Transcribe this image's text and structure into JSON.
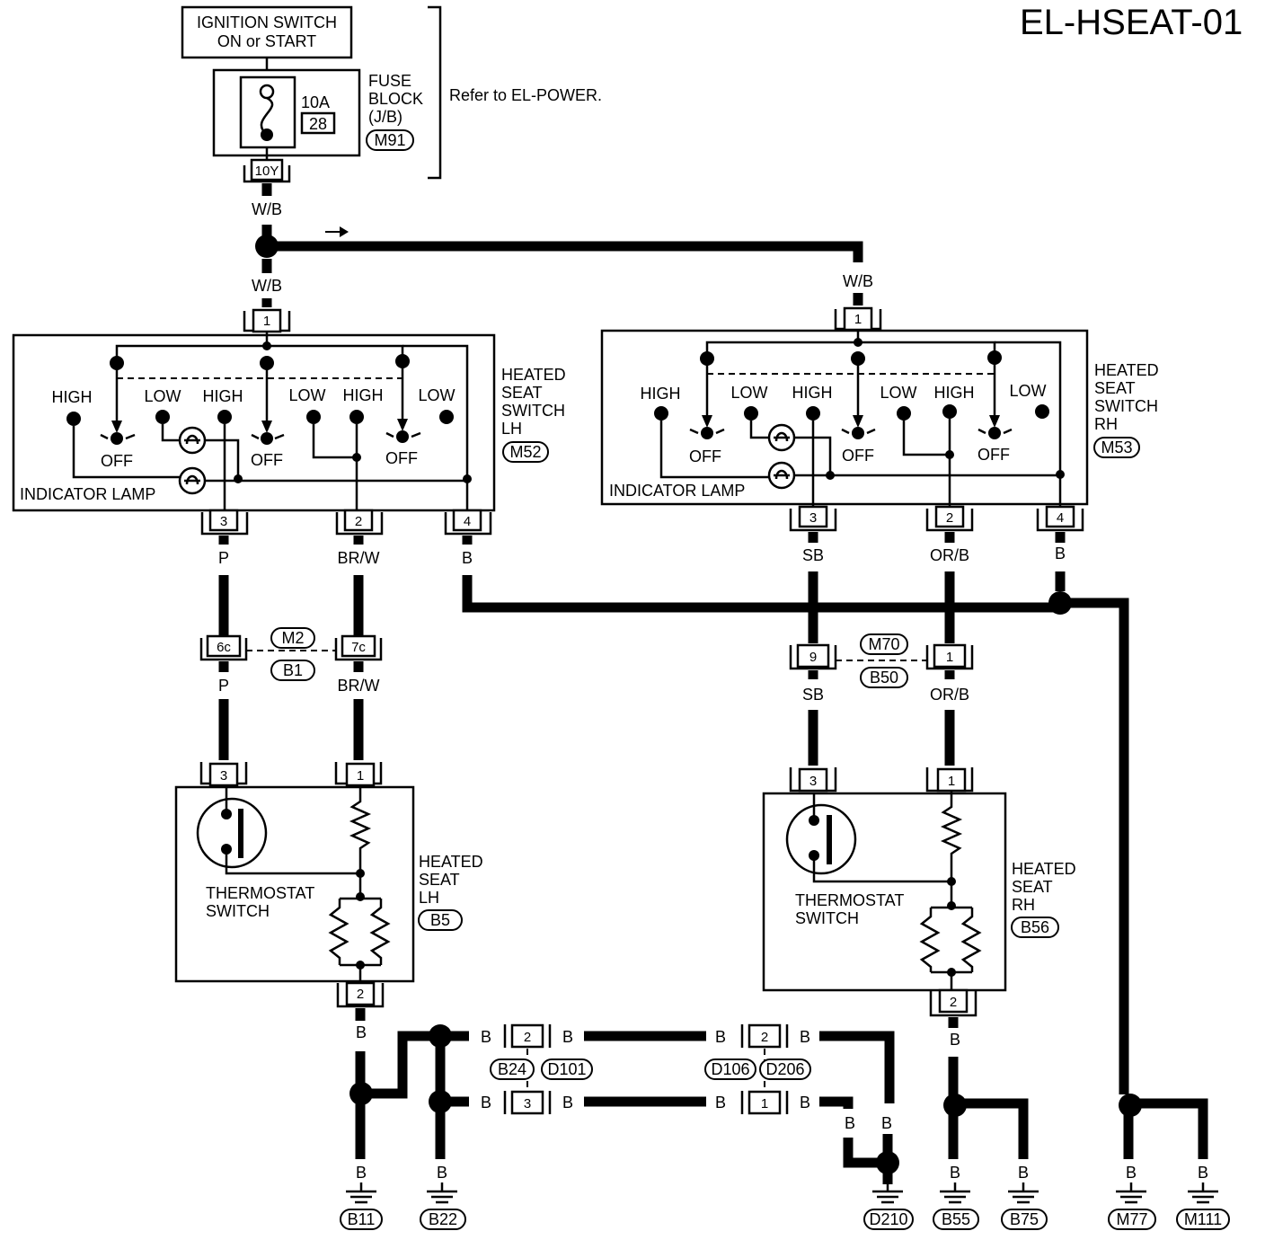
{
  "page_id": "EL-HSEAT-01",
  "power": {
    "source_lines": [
      "IGNITION SWITCH",
      "ON or START"
    ],
    "fuse_amp": "10A",
    "fuse_no": "28",
    "fuse_block_lines": [
      "FUSE",
      "BLOCK",
      "(J/B)"
    ],
    "fuse_block_conn": "M91",
    "fuse_out_pin": "10Y",
    "refer": "Refer to EL-POWER."
  },
  "wire_colors": {
    "wb": "W/B",
    "p": "P",
    "brw": "BR/W",
    "b": "B",
    "sb": "SB",
    "orb": "OR/B"
  },
  "switch_positions": {
    "high": "HIGH",
    "low": "LOW",
    "off": "OFF"
  },
  "indicator_lamp": "INDICATOR LAMP",
  "switch_lh": {
    "name_lines": [
      "HEATED",
      "SEAT",
      "SWITCH",
      "LH"
    ],
    "conn": "M52",
    "pins": [
      "1",
      "3",
      "2",
      "4"
    ]
  },
  "switch_rh": {
    "name_lines": [
      "HEATED",
      "SEAT",
      "SWITCH",
      "RH"
    ],
    "conn": "M53",
    "pins": [
      "1",
      "3",
      "2",
      "4"
    ]
  },
  "joint_lh": {
    "pins": [
      "6c",
      "7c"
    ],
    "conns": [
      "M2",
      "B1"
    ]
  },
  "joint_rh": {
    "pins": [
      "9",
      "1"
    ],
    "conns": [
      "M70",
      "B50"
    ]
  },
  "seat_lh": {
    "name_lines": [
      "HEATED",
      "SEAT",
      "LH"
    ],
    "conn": "B5",
    "pins": [
      "3",
      "1",
      "2"
    ],
    "thermostat_lines": [
      "THERMOSTAT",
      "SWITCH"
    ]
  },
  "seat_rh": {
    "name_lines": [
      "HEATED",
      "SEAT",
      "RH"
    ],
    "conn": "B56",
    "pins": [
      "3",
      "1",
      "2"
    ],
    "thermostat_lines": [
      "THERMOSTAT",
      "SWITCH"
    ]
  },
  "ground_joint_a": {
    "pins": [
      "2",
      "3"
    ],
    "conns": [
      "B24",
      "D101"
    ]
  },
  "ground_joint_b": {
    "pins": [
      "2",
      "1"
    ],
    "conns": [
      "D106",
      "D206"
    ]
  },
  "grounds": [
    "B11",
    "B22",
    "D210",
    "B55",
    "B75",
    "M77",
    "M111"
  ]
}
